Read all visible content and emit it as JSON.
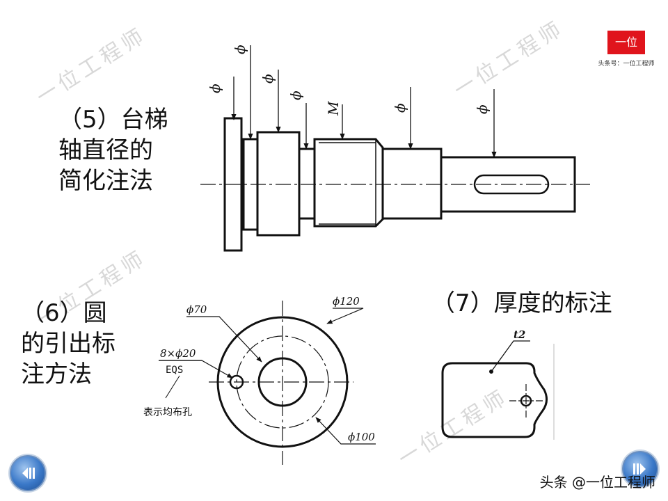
{
  "headings": {
    "h5": [
      "（5）台梯",
      "轴直径的",
      "简化注法"
    ],
    "h6": [
      "（6）圆",
      "的引出标",
      "注方法"
    ],
    "h7": "（7）厚度的标注"
  },
  "shaft_labels": {
    "phi": "ϕ",
    "m": "M"
  },
  "circle_labels": {
    "d70": "ϕ70",
    "d120": "ϕ120",
    "d100": "ϕ100",
    "holes": "8×ϕ20",
    "eqs": "EQS",
    "note": "表示均布孔"
  },
  "thickness_label": "t2",
  "logo": {
    "text": "一位",
    "sub": "头条号：一位工程师"
  },
  "watermark": "头条 @一位工程师",
  "faint_watermark": "一位工程师",
  "nav": {
    "prev_icon": "previous-icon",
    "next_icon": "next-icon"
  }
}
